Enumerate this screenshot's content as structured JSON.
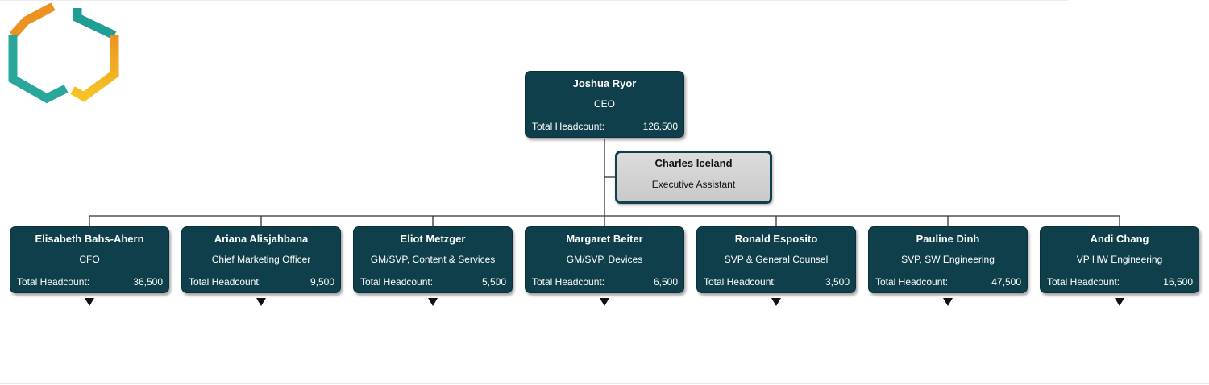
{
  "colors": {
    "card_bg": "#0e3f4a",
    "assistant_bg": "#d3d3d3",
    "logo_teal": "#1f9e96",
    "logo_orange": "#eb9322",
    "logo_yellow": "#f5c423"
  },
  "logo": {
    "icon": "company-logo-icon"
  },
  "ceo": {
    "name": "Joshua Ryor",
    "title": "CEO",
    "headcount_label": "Total Headcount:",
    "headcount": "126,500"
  },
  "assistant": {
    "name": "Charles Iceland",
    "title": "Executive Assistant"
  },
  "reports": [
    {
      "name": "Elisabeth Bahs-Ahern",
      "title": "CFO",
      "headcount_label": "Total Headcount:",
      "headcount": "36,500",
      "expander_icon": "expand-down-icon"
    },
    {
      "name": "Ariana Alisjahbana",
      "title": "Chief Marketing Officer",
      "headcount_label": "Total Headcount:",
      "headcount": "9,500",
      "expander_icon": "expand-down-icon"
    },
    {
      "name": "Eliot Metzger",
      "title": "GM/SVP, Content & Services",
      "headcount_label": "Total Headcount:",
      "headcount": "5,500",
      "expander_icon": "expand-down-icon"
    },
    {
      "name": "Margaret Beiter",
      "title": "GM/SVP, Devices",
      "headcount_label": "Total Headcount:",
      "headcount": "6,500",
      "expander_icon": "expand-down-icon"
    },
    {
      "name": "Ronald Esposito",
      "title": "SVP & General Counsel",
      "headcount_label": "Total Headcount:",
      "headcount": "3,500",
      "expander_icon": "expand-down-icon"
    },
    {
      "name": "Pauline Dinh",
      "title": "SVP, SW Engineering",
      "headcount_label": "Total Headcount:",
      "headcount": "47,500",
      "expander_icon": "expand-down-icon"
    },
    {
      "name": "Andi Chang",
      "title": "VP HW Engineering",
      "headcount_label": "Total Headcount:",
      "headcount": "16,500",
      "expander_icon": "expand-down-icon"
    }
  ]
}
